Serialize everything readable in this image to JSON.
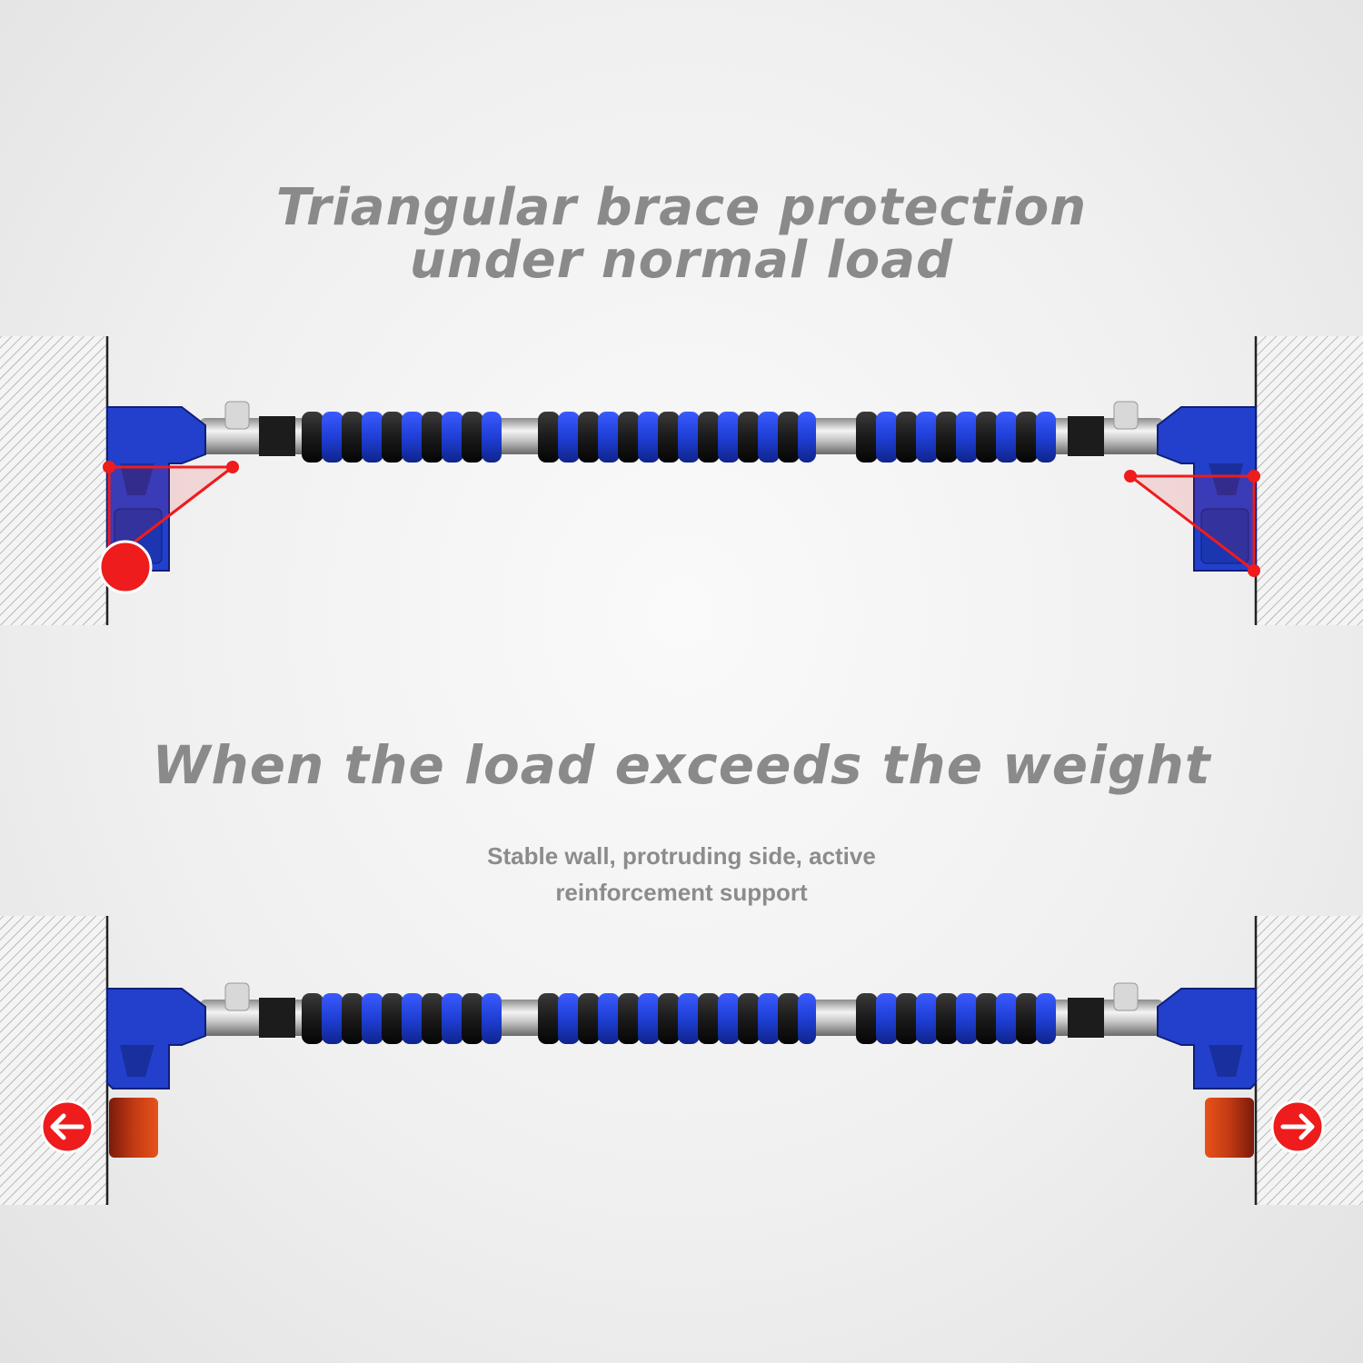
{
  "heading_top": {
    "line1": "Triangular brace protection",
    "line2": "under normal load"
  },
  "heading_bottom": "When the load exceeds the weight",
  "subtitle": {
    "line1": "Stable wall, protruding side, active",
    "line2": "reinforcement support"
  },
  "colors": {
    "foam_blue": "#1f3fd6",
    "foam_black": "#1a1a1a",
    "bracket_blue": "#2240cc",
    "indicator_red": "#ee1c1c",
    "pad_orange": "#e8521a",
    "text_gray": "#8a8a8a"
  },
  "icons": {
    "arrow_left": "arrow-left-icon",
    "arrow_right": "arrow-right-icon",
    "arrow_down": "arrow-down-icon"
  }
}
